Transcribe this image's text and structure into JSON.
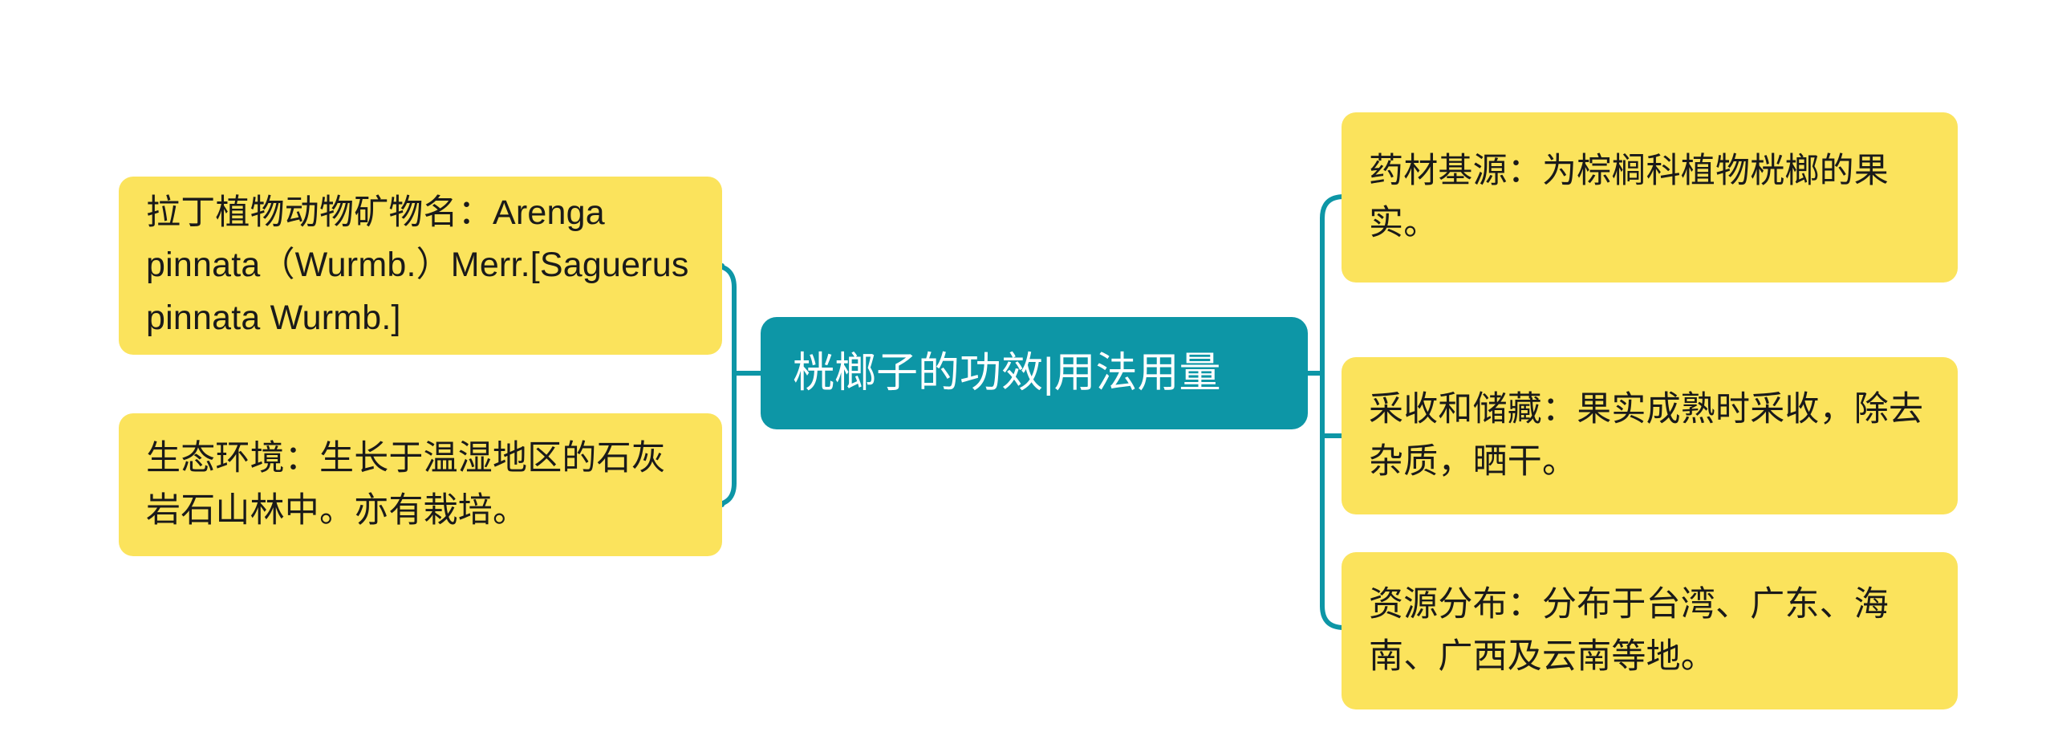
{
  "diagram": {
    "type": "mind-map",
    "title": "桄榔子的功效|用法用量",
    "colors": {
      "root_fill": "#0d96a6",
      "root_text": "#ffffff",
      "leaf_fill": "#fbe35c",
      "leaf_text": "#1a1a1a",
      "connector": "#0d96a6",
      "background": "#ffffff"
    },
    "root": {
      "label": "桄榔子的功效|用法用量"
    },
    "branches": {
      "left": [
        {
          "id": "latin-name",
          "label": "拉丁植物动物矿物名：Arenga pinnata（Wurmb.）Merr.[Saguerus pinnata Wurmb.]"
        },
        {
          "id": "ecology",
          "label": "生态环境：生长于温湿地区的石灰岩石山林中。亦有栽培。"
        }
      ],
      "right": [
        {
          "id": "source",
          "label": "药材基源：为棕榈科植物桄榔的果实。"
        },
        {
          "id": "harvest",
          "label": "采收和储藏：果实成熟时采收，除去杂质，晒干。"
        },
        {
          "id": "distribution",
          "label": "资源分布：分布于台湾、广东、海南、广西及云南等地。"
        }
      ]
    }
  }
}
